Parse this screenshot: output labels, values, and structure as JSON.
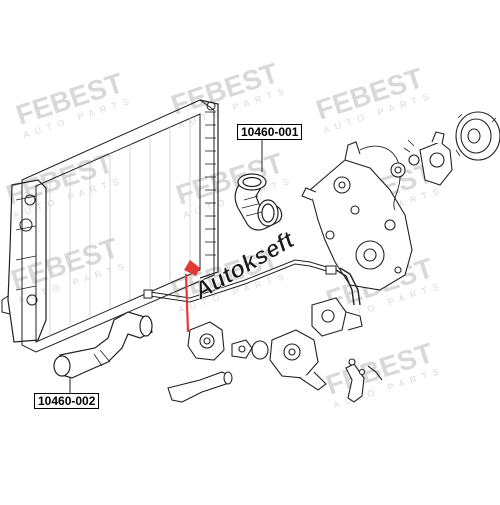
{
  "diagram": {
    "part_labels": {
      "top": "10460-001",
      "bottom": "10460-002"
    },
    "watermark": {
      "brand": "FEBEST",
      "tagline": "AUTO PARTS"
    },
    "stamp": {
      "text": "Autokseft"
    },
    "colors": {
      "line": "#222222",
      "watermark": "#d9d9d9",
      "stamp_accent": "#e53935",
      "stamp_text": "#1a1a1a"
    }
  }
}
